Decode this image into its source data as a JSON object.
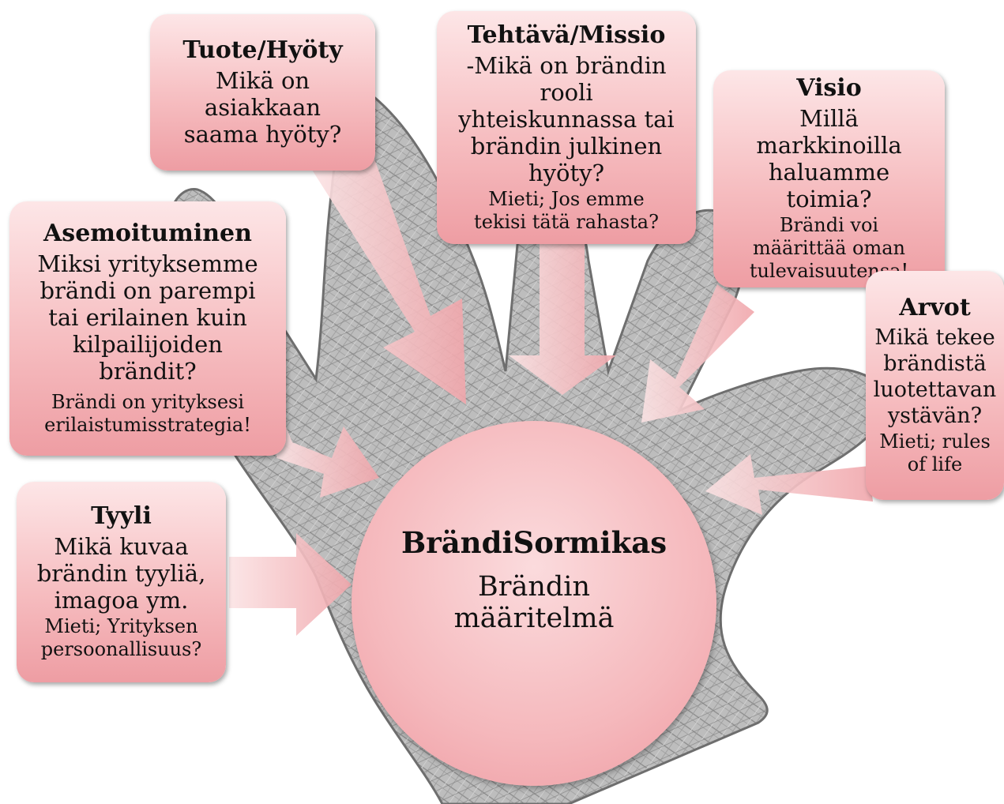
{
  "center": {
    "title": "BrändiSormikas",
    "subtitle_line1": "Brändin",
    "subtitle_line2": "määritelmä"
  },
  "boxes": {
    "tuote": {
      "title": "Tuote/Hyöty",
      "body": "Mikä on asiakkaan saama hyöty?"
    },
    "tehtava": {
      "title": "Tehtävä/Missio",
      "body": "-Mikä on brändin rooli yhteiskunnassa tai brändin julkinen hyöty?",
      "note": "Mieti; Jos emme tekisi tätä rahasta?"
    },
    "visio": {
      "title": "Visio",
      "body": "Millä markkinoilla haluamme toimia?",
      "note": "Brändi voi määrittää oman tulevaisuutensa!"
    },
    "asemoituminen": {
      "title": "Asemoituminen",
      "body": "Miksi yrityksemme brändi on parempi tai erilainen kuin kilpailijoiden brändit?",
      "note": "Brändi on yrityksesi erilaistumisstrategia!"
    },
    "arvot": {
      "title": "Arvot",
      "body": "Mikä tekee brändistä luotettavan ystävän?",
      "note": "Mieti; rules of life"
    },
    "tyyli": {
      "title": "Tyyli",
      "body": "Mikä kuvaa brändin tyyliä, imagoa ym.",
      "note": "Mieti; Yrityksen persoonallisuus?"
    }
  },
  "colors": {
    "box_top": "#fde6e7",
    "box_bottom": "#ee9da3",
    "arrow": "#f3b1b5",
    "hand": "#9a9a9a"
  }
}
